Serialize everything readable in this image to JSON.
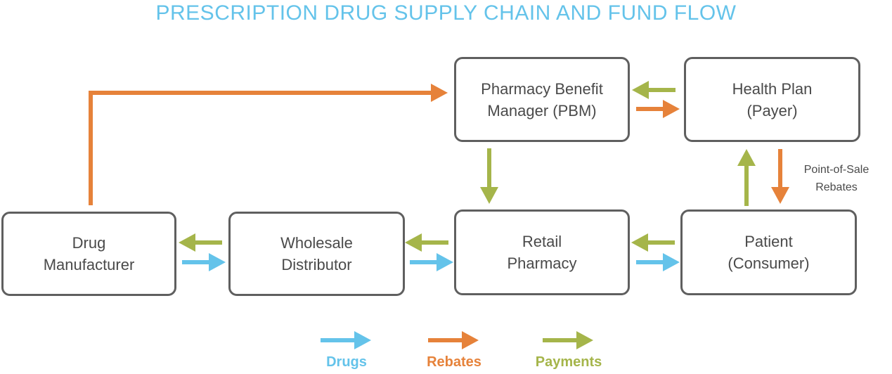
{
  "title": "PRESCRIPTION DRUG SUPPLY CHAIN AND FUND FLOW",
  "colors": {
    "title": "#64c3ea",
    "drugs": "#64c3ea",
    "rebates": "#e6823a",
    "payments": "#a5b54a",
    "box_border": "#5f5f5f",
    "text": "#4a4a4a"
  },
  "nodes": {
    "pbm": {
      "line1": "Pharmacy Benefit",
      "line2": "Manager (PBM)"
    },
    "health_plan": {
      "line1": "Health Plan",
      "line2": "(Payer)"
    },
    "manufacturer": {
      "line1": "Drug",
      "line2": "Manufacturer"
    },
    "wholesaler": {
      "line1": "Wholesale",
      "line2": "Distributor"
    },
    "pharmacy": {
      "line1": "Retail",
      "line2": "Pharmacy"
    },
    "patient": {
      "line1": "Patient",
      "line2": "(Consumer)"
    }
  },
  "annotations": {
    "pos_rebates_line1": "Point-of-Sale",
    "pos_rebates_line2": "Rebates"
  },
  "legend": {
    "drugs": "Drugs",
    "rebates": "Rebates",
    "payments": "Payments"
  },
  "flows": [
    {
      "name": "flow-manufacturer-to-pbm-rebates",
      "type": "rebates"
    },
    {
      "name": "flow-health-plan-to-pbm-payments",
      "type": "payments"
    },
    {
      "name": "flow-pbm-to-health-plan-rebates",
      "type": "rebates"
    },
    {
      "name": "flow-pbm-to-pharmacy-payments",
      "type": "payments"
    },
    {
      "name": "flow-patient-to-health-plan-payments",
      "type": "payments"
    },
    {
      "name": "flow-health-plan-to-patient-rebates",
      "type": "rebates"
    },
    {
      "name": "flow-wholesaler-to-manufacturer-payments",
      "type": "payments"
    },
    {
      "name": "flow-manufacturer-to-wholesaler-drugs",
      "type": "drugs"
    },
    {
      "name": "flow-pharmacy-to-wholesaler-payments",
      "type": "payments"
    },
    {
      "name": "flow-wholesaler-to-pharmacy-drugs",
      "type": "drugs"
    },
    {
      "name": "flow-patient-to-pharmacy-payments",
      "type": "payments"
    },
    {
      "name": "flow-pharmacy-to-patient-drugs",
      "type": "drugs"
    }
  ]
}
